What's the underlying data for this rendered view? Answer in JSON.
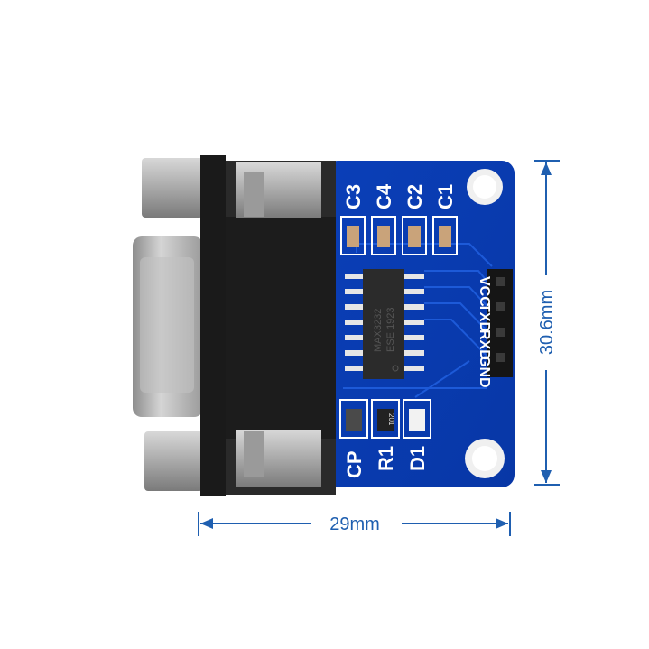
{
  "board": {
    "capacitor_labels": [
      "C3",
      "C4",
      "C2",
      "C1"
    ],
    "pin_labels": [
      "VCC",
      "TXD",
      "RXD",
      "GND"
    ],
    "bottom_labels": [
      "CP",
      "R1",
      "D1"
    ],
    "chip_marking": [
      "MAX3232",
      "ESE 1923"
    ],
    "resistor_marking": "201",
    "board_color": "#0a3fb8"
  },
  "dimensions": {
    "width_label": "29mm",
    "height_label": "30.6mm",
    "color": "#1f5fb0"
  }
}
